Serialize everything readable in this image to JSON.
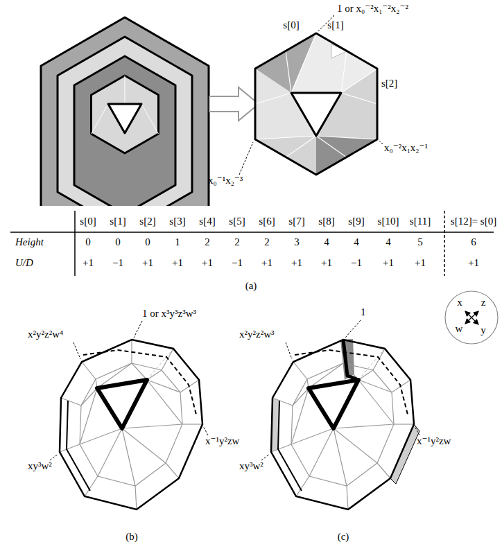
{
  "diagram": {
    "labels": [
      "1 or x₀⁻²x₁⁻²x₂⁻²",
      "s[0]",
      "s[1]",
      "s[2]",
      "x₀⁻²x₁x₂⁻¹",
      "x₀⁻¹x₂⁻³",
      "s[0]",
      "s[1]",
      "s[2]",
      "s[3]",
      "s[4]",
      "s[5]",
      "s[6]",
      "s[7]",
      "s[8]",
      "s[9]",
      "s[10]",
      "s[11]",
      "s[12]= s[0]",
      "Height",
      "0",
      "0",
      "0",
      "1",
      "2",
      "2",
      "2",
      "3",
      "4",
      "4",
      "4",
      "5",
      "6",
      "U/D",
      "+1",
      "−1",
      "+1",
      "+1",
      "+1",
      "−1",
      "+1",
      "+1",
      "+1",
      "−1",
      "+1",
      "+1",
      "+1",
      "(a)",
      "1 or x³y³z³w³",
      "x²y²z²w⁴",
      "x⁻¹y²zw",
      "xy³w²",
      "(b)",
      "1",
      "x²y²z²w³",
      "x⁻¹y²zw",
      "xy³w²",
      "(c)",
      "x",
      "z",
      "w",
      "y"
    ]
  }
}
